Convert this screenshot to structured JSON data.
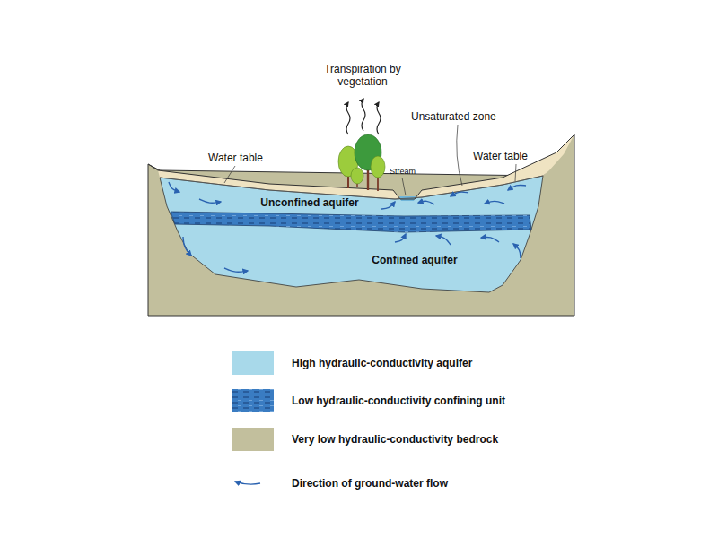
{
  "diagram": {
    "labels": [
      "Transpiration by vegetation",
      "Water table",
      "Unsaturated zone",
      "Water table",
      "Stream",
      "Unconfined aquifer",
      "Confined aquifer"
    ],
    "legend": [
      {
        "text": "High hydraulic-conductivity aquifer",
        "color": "#a8d9ea"
      },
      {
        "text": "Low hydraulic-conductivity confining unit",
        "color": "#3a7cc2"
      },
      {
        "text": "Very low hydraulic-conductivity bedrock",
        "color": "#c2bf9d"
      },
      {
        "text": "Direction of ground-water flow"
      }
    ]
  }
}
